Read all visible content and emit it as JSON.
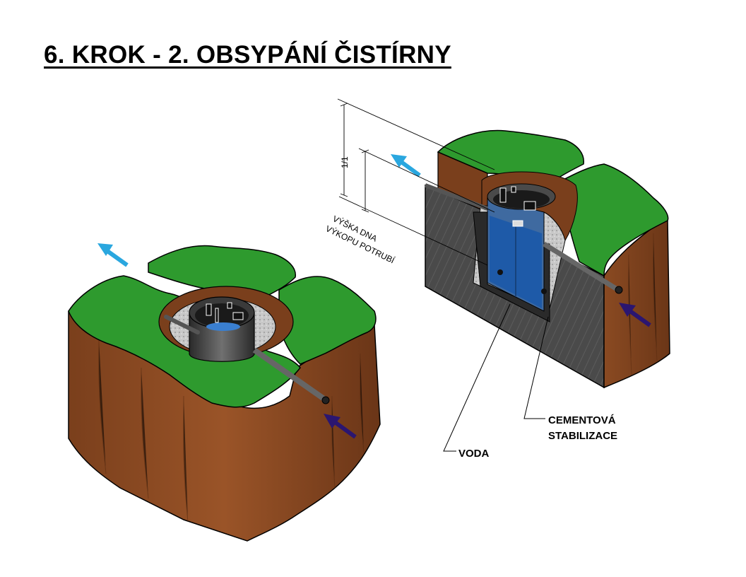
{
  "title": "6. KROK - 2. OBSYPÁNÍ ČISTÍRNY",
  "labels": {
    "ratio": "1/1",
    "height_line1": "VÝŠKA DNA",
    "height_line2": "VÝKOPU POTRUBÍ",
    "cement_line1": "CEMENTOVÁ",
    "cement_line2": "STABILIZACE",
    "water": "VODA"
  },
  "colors": {
    "grass": "#2e9a2e",
    "soil": "#8b4a22",
    "outflow_arrow": "#2aa7df",
    "inflow_arrow": "#2b1670",
    "water": "#1e5aa8",
    "cement": "#4a4a4a"
  }
}
